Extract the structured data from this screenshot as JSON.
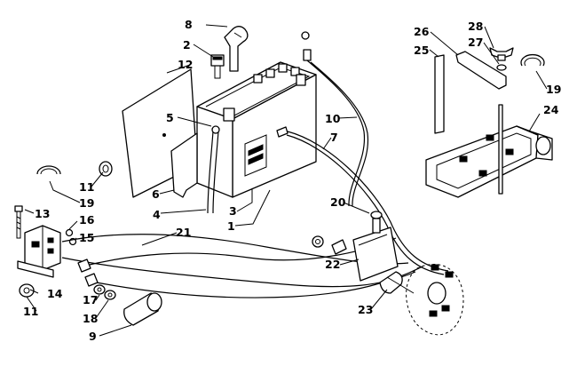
{
  "diagram": {
    "callouts": [
      {
        "id": "c1",
        "label": "1"
      },
      {
        "id": "c2",
        "label": "2"
      },
      {
        "id": "c3",
        "label": "3"
      },
      {
        "id": "c4",
        "label": "4"
      },
      {
        "id": "c5",
        "label": "5"
      },
      {
        "id": "c6",
        "label": "6"
      },
      {
        "id": "c7",
        "label": "7"
      },
      {
        "id": "c8",
        "label": "8"
      },
      {
        "id": "c9",
        "label": "9"
      },
      {
        "id": "c10",
        "label": "10"
      },
      {
        "id": "c11a",
        "label": "11"
      },
      {
        "id": "c11b",
        "label": "11"
      },
      {
        "id": "c12",
        "label": "12"
      },
      {
        "id": "c13",
        "label": "13"
      },
      {
        "id": "c14",
        "label": "14"
      },
      {
        "id": "c15",
        "label": "15"
      },
      {
        "id": "c16",
        "label": "16"
      },
      {
        "id": "c17",
        "label": "17"
      },
      {
        "id": "c18",
        "label": "18"
      },
      {
        "id": "c19a",
        "label": "19"
      },
      {
        "id": "c19b",
        "label": "19"
      },
      {
        "id": "c20",
        "label": "20"
      },
      {
        "id": "c21",
        "label": "21"
      },
      {
        "id": "c22",
        "label": "22"
      },
      {
        "id": "c23",
        "label": "23"
      },
      {
        "id": "c24",
        "label": "24"
      },
      {
        "id": "c25",
        "label": "25"
      },
      {
        "id": "c26",
        "label": "26"
      },
      {
        "id": "c27",
        "label": "27"
      },
      {
        "id": "c28",
        "label": "28"
      }
    ]
  }
}
